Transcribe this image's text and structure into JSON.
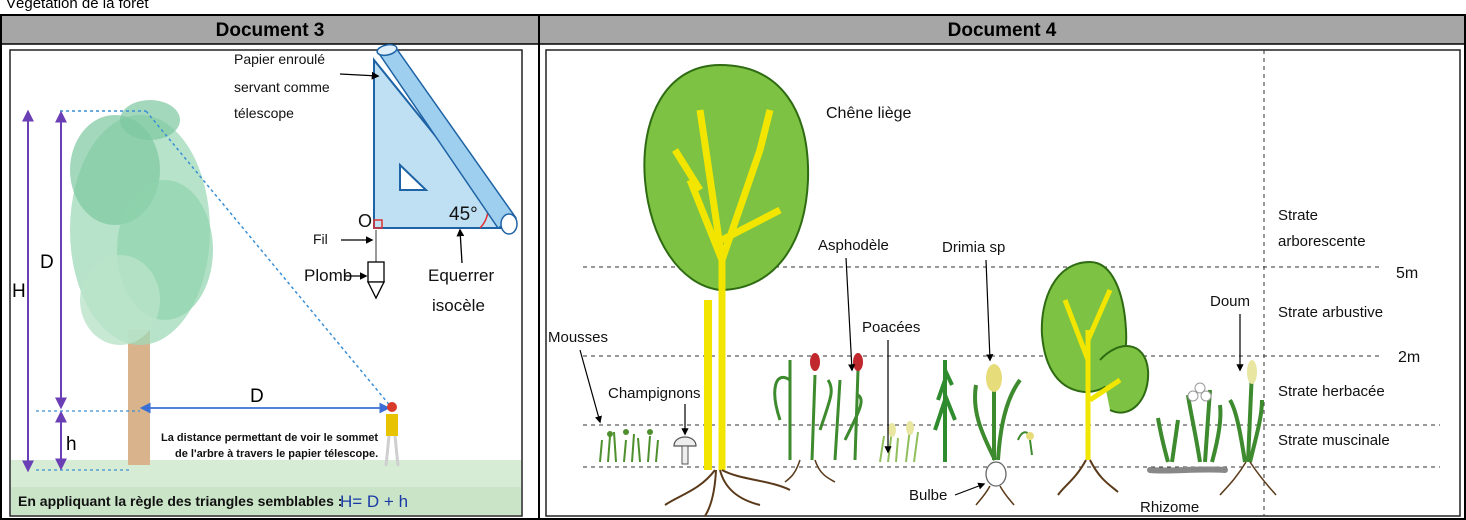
{
  "top_clip_text": "Végétation de la forêt",
  "doc3": {
    "header": "Document 3",
    "paper_label": [
      "Papier enroulé",
      "servant comme",
      "télescope"
    ],
    "angle": "45°",
    "o_label": "O",
    "fil": "Fil",
    "plomb": "Plomb",
    "equerre": [
      "Equerrer",
      "isocèle"
    ],
    "d_vertical": "D",
    "h_total": "H",
    "h_small": "h",
    "d_horizontal": "D",
    "distance_note": [
      "La distance permettant de voir le sommet",
      "de l'arbre à travers le papier télescope."
    ],
    "rule_text": "En appliquant la règle des triangles semblables :",
    "formula": "H= D + h"
  },
  "doc4": {
    "header": "Document 4",
    "plants": {
      "chene": "Chêne liège",
      "asphodele": "Asphodèle",
      "drimia": "Drimia sp",
      "poacees": "Poacées",
      "mousses": "Mousses",
      "champignons": "Champignons",
      "doum": "Doum",
      "bulbe": "Bulbe",
      "rhizome": "Rhizome"
    },
    "strata": {
      "arborescente": [
        "Strate",
        "arborescente"
      ],
      "arbustive": "Strate arbustive",
      "herbacee": "Strate herbacée",
      "muscinale": "Strate muscinale"
    },
    "heights": {
      "h5": "5m",
      "h2": "2m"
    }
  },
  "colors": {
    "header_bg": "#a6a6a6",
    "border": "#000000",
    "purple_arrow": "#6a3fb5",
    "dotted_blue": "#3a8fd6",
    "paper_blue": "#bfe0f3",
    "foliage_green": "#7dc242",
    "trunk_yellow": "#f2e600",
    "sky_bg": "#f2f7ff",
    "ground_bg": "#d7ecd5"
  }
}
